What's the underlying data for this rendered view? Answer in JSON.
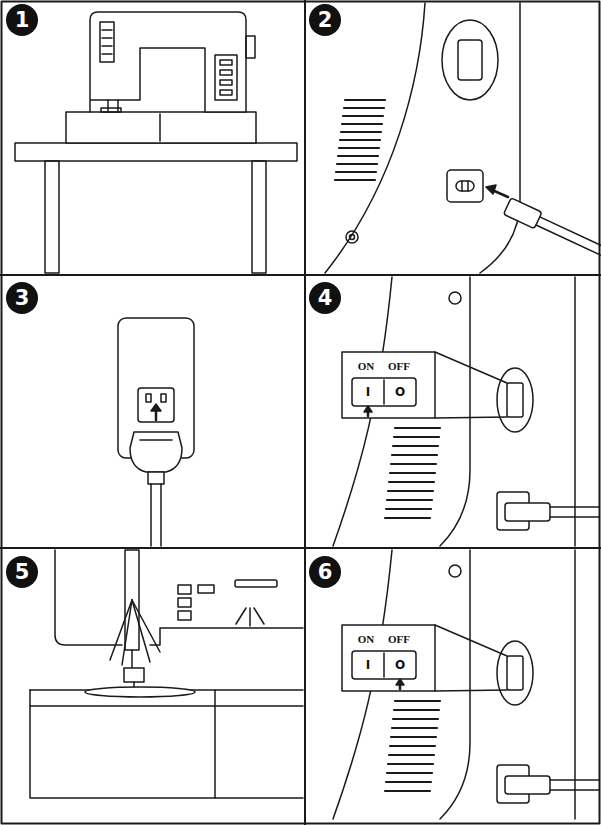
{
  "diagram": {
    "labels": [
      "1",
      "2",
      "3",
      "4",
      "5",
      "6",
      "ON",
      "OFF",
      "I",
      "O",
      "ON",
      "OFF",
      "I",
      "O"
    ]
  }
}
